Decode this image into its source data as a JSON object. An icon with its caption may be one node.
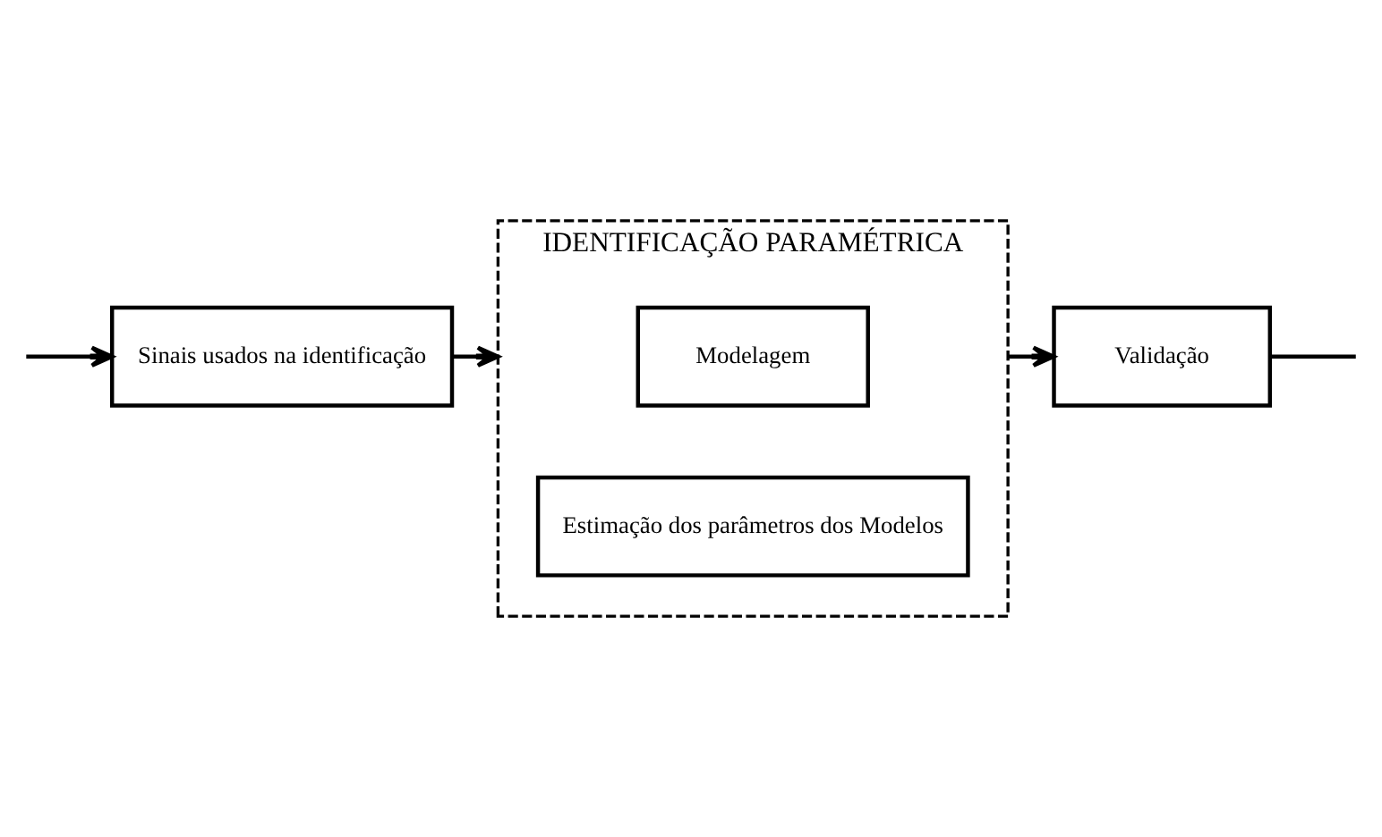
{
  "diagram": {
    "nodes": [
      {
        "text": [
          "Sinais usados na identificação"
        ]
      },
      {
        "text": [
          "IDENTIFICAÇÃO PARAMÉTRICA"
        ]
      },
      {
        "text": [
          "Modelagem"
        ],
        "in": 1
      },
      {
        "text": [
          "Estimação dos parâmetros dos Modelos"
        ],
        "in": 1
      },
      {
        "text": [
          "Validação"
        ]
      }
    ],
    "edges": [
      {
        "from": 0,
        "to": 1,
        "arrow": "to"
      },
      {
        "from": 1,
        "to": 4,
        "arrow": "to"
      },
      {
        "from": 4,
        "to": null,
        "arrow": "none"
      },
      {
        "from": null,
        "to": 0,
        "arrow": "to"
      }
    ]
  }
}
